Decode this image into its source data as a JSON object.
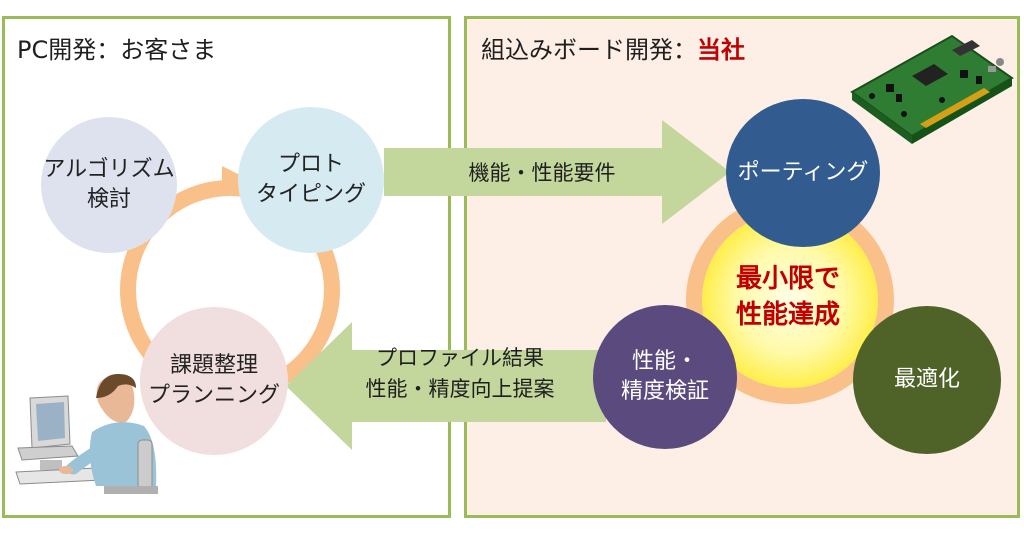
{
  "panels": {
    "pc": {
      "title": "PC開発：お客さま"
    },
    "embedded": {
      "title_prefix": "組込みボード開発：",
      "title_accent": "当社"
    }
  },
  "pc_cycle": {
    "algorithm": [
      "アルゴリズム",
      "検討"
    ],
    "prototyping": [
      "プロト",
      "タイピング"
    ],
    "planning": [
      "課題整理",
      "プランニング"
    ]
  },
  "arrows": {
    "requirements": "機能・性能要件",
    "feedback": [
      "プロファイル結果",
      "性能・精度向上提案"
    ]
  },
  "embedded_cycle": {
    "porting": "ポーティング",
    "verification": [
      "性能・",
      "精度検証"
    ],
    "optimization": "最適化",
    "goal": [
      "最小限で",
      "性能達成"
    ]
  },
  "colors": {
    "panel_border": "#9bbb59",
    "embedded_bg": "#fdefe6",
    "arrow_green": "#c3d69b",
    "cycle_orange": "#f9c08a",
    "accent_red": "#c00000"
  },
  "icons": [
    "computer-user-illustration",
    "circuit-board-illustration"
  ]
}
